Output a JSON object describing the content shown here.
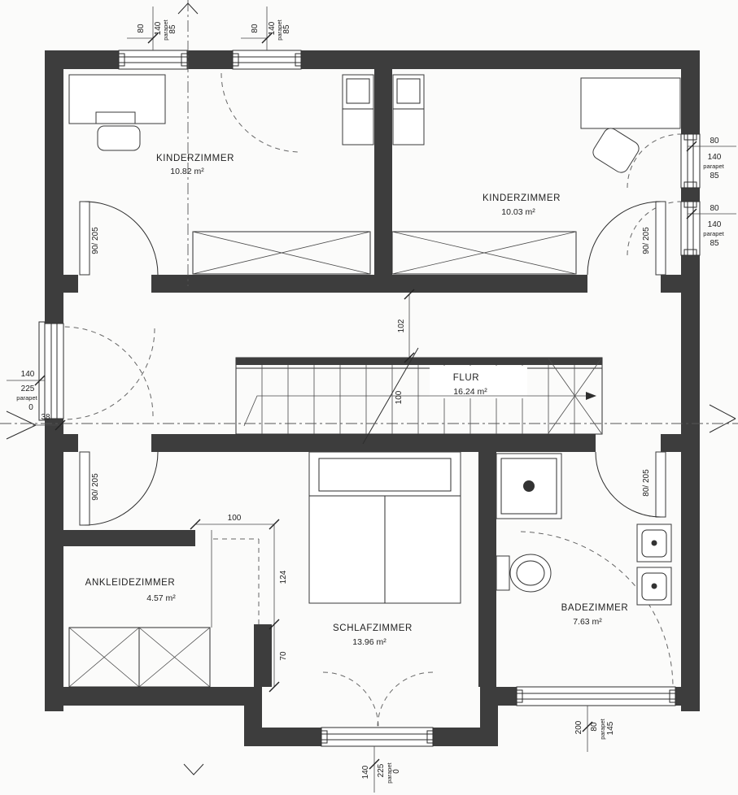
{
  "rooms": {
    "kinderzimmer1": {
      "name": "KINDERZIMMER",
      "area": "10.82 m²"
    },
    "kinderzimmer2": {
      "name": "KINDERZIMMER",
      "area": "10.03 m²"
    },
    "flur": {
      "name": "FLUR",
      "area": "16.24 m²"
    },
    "ankleidezimmer": {
      "name": "ANKLEIDEZIMMER",
      "area": "4.57 m²"
    },
    "schlafzimmer": {
      "name": "SCHLAFZIMMER",
      "area": "13.96 m²"
    },
    "badezimmer": {
      "name": "BADEZIMMER",
      "area": "7.63 m²"
    }
  },
  "windows": {
    "top_left": {
      "width": "80",
      "height": "140",
      "parapet_word": "parapet",
      "parapet_height": "85"
    },
    "top_mid": {
      "width": "80",
      "height": "140",
      "parapet_word": "parapet",
      "parapet_height": "85"
    },
    "right_upper": {
      "width": "80",
      "height": "140",
      "parapet_word": "parapet",
      "parapet_height": "85"
    },
    "right_lower": {
      "width": "80",
      "height": "140",
      "parapet_word": "parapet",
      "parapet_height": "85"
    },
    "left_door": {
      "width": "140",
      "height": "225",
      "parapet_word": "parapet",
      "parapet_height": "0"
    },
    "terrace_door": {
      "width": "140",
      "height": "225",
      "parapet_word": "parapet",
      "parapet_height": "0"
    },
    "bath_window": {
      "width": "200",
      "height": "80",
      "parapet_word": "parapet",
      "parapet_height": "145"
    }
  },
  "doors": {
    "kinderzimmer1": "90/ 205",
    "kinderzimmer2": "90/ 205",
    "lower_left": "90/ 205",
    "badezimmer": "80/ 205"
  },
  "dimensions": {
    "flur_depth": "102",
    "stair_width": "100",
    "opening_width": "100",
    "recess_depth": "124",
    "wardrobe_depth": "70",
    "wall_offset": "38"
  }
}
